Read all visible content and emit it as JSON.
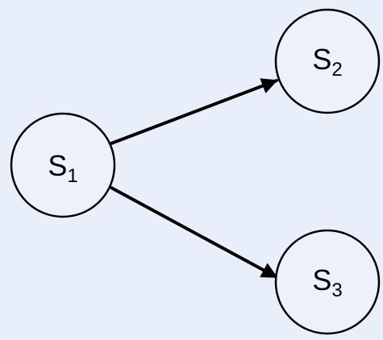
{
  "colors": {
    "background": "#e9eefb",
    "node_fill": "#edf1fc",
    "stroke": "#000000"
  },
  "nodes": [
    {
      "id": "s1",
      "label": "S",
      "subscript": "1"
    },
    {
      "id": "s2",
      "label": "S",
      "subscript": "2"
    },
    {
      "id": "s3",
      "label": "S",
      "subscript": "3"
    }
  ],
  "edges": [
    {
      "from": "s1",
      "to": "s2"
    },
    {
      "from": "s1",
      "to": "s3"
    }
  ]
}
